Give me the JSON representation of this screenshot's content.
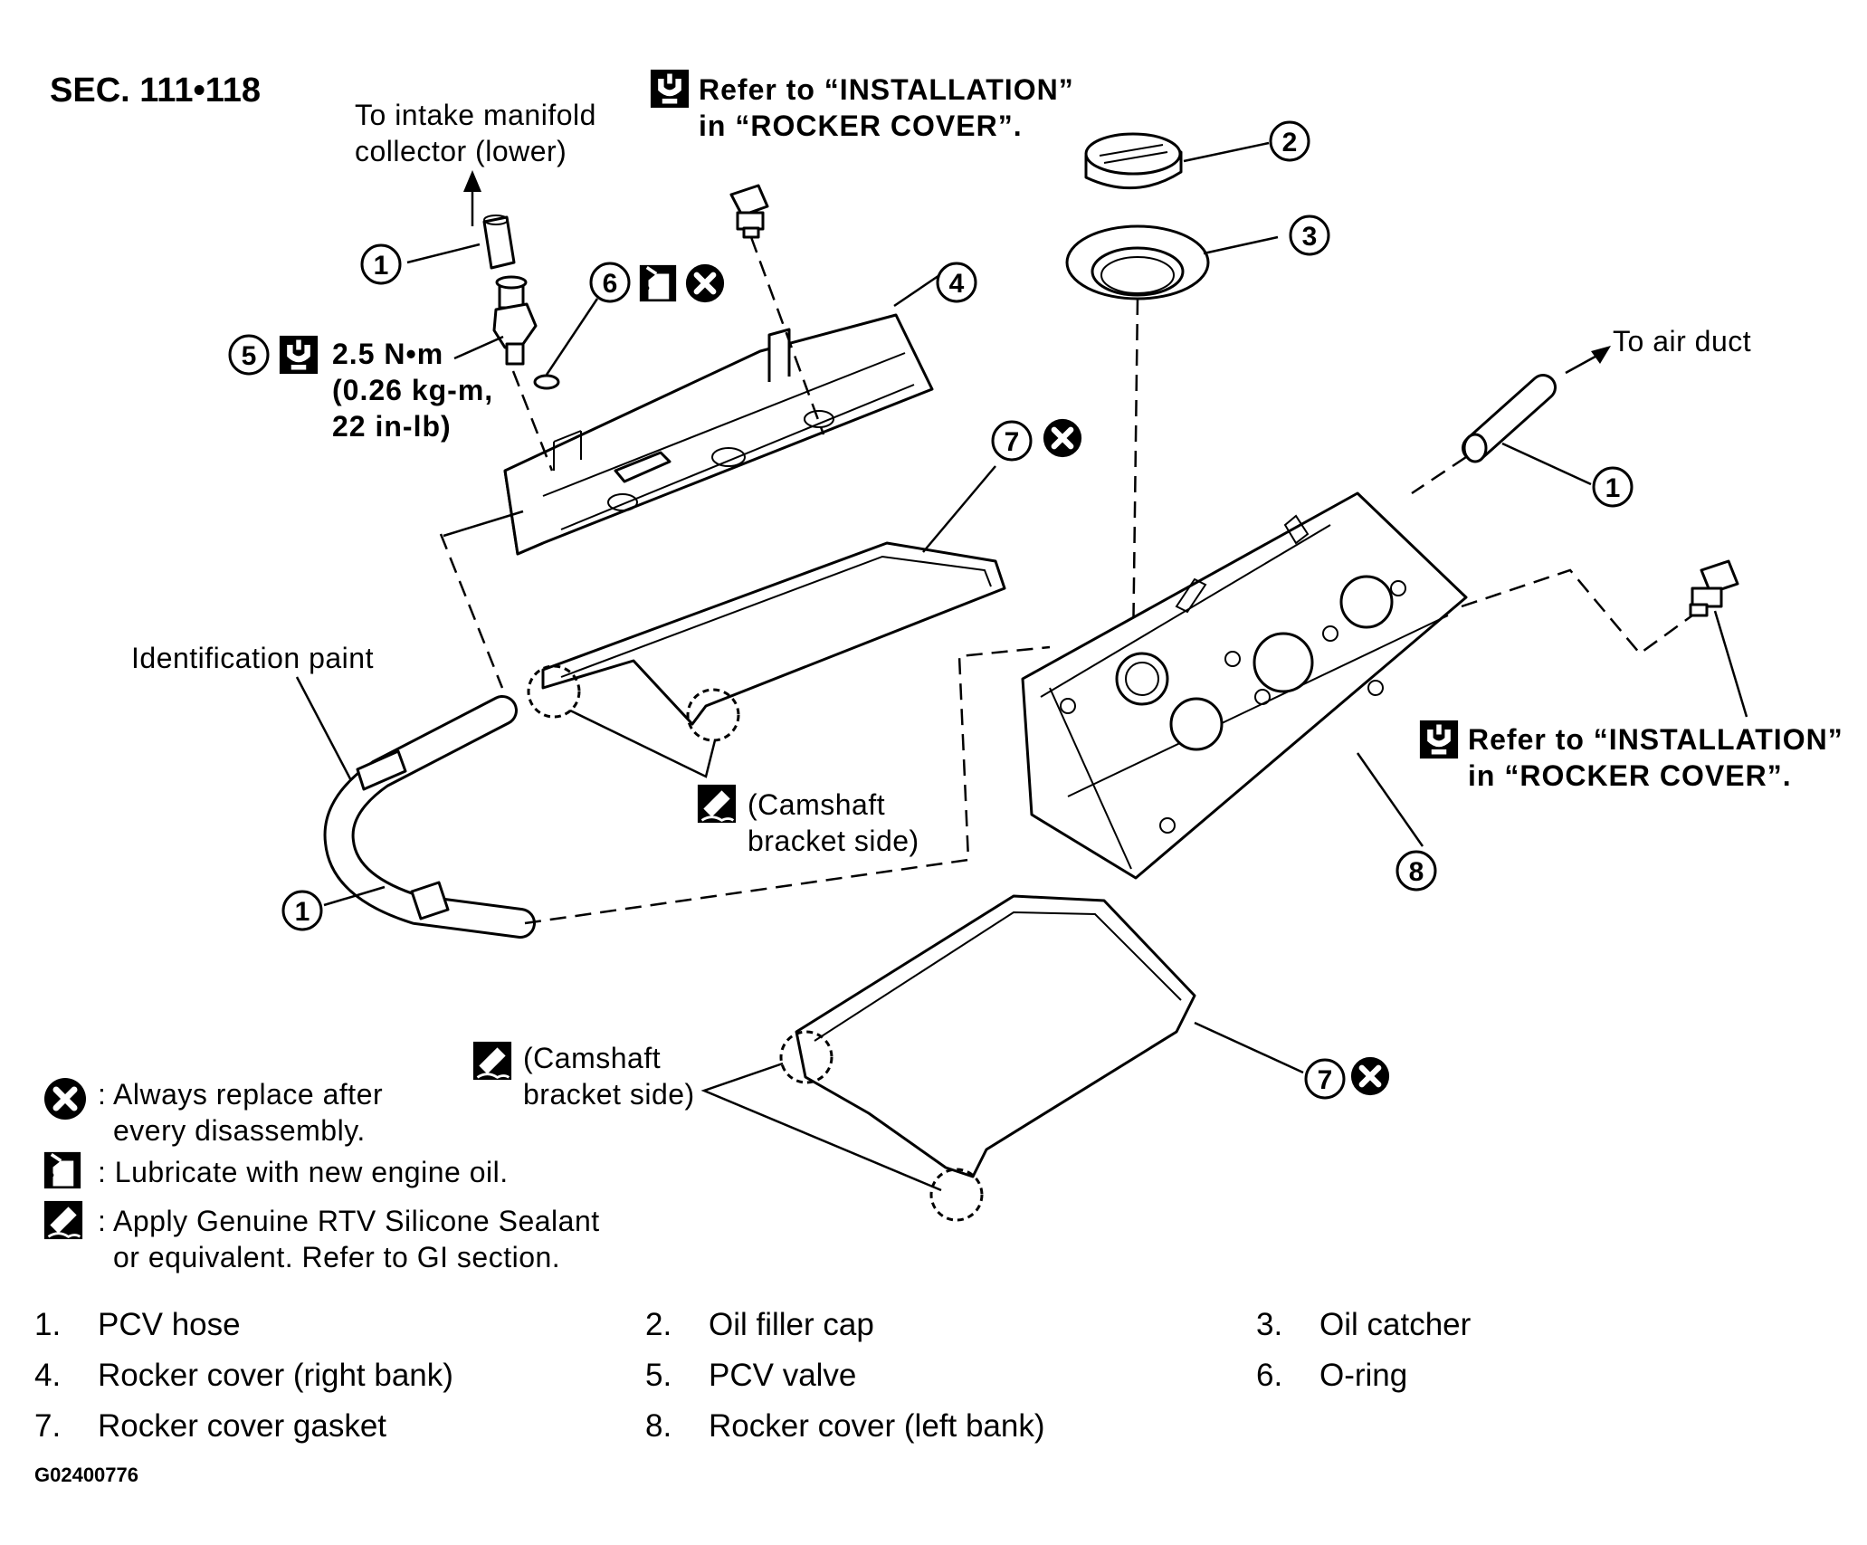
{
  "section": "SEC. 111•118",
  "callouts": {
    "intake": [
      "To intake manifold",
      "collector (lower)"
    ],
    "refer_top": [
      "Refer to “INSTALLATION”",
      "in “ROCKER COVER”."
    ],
    "refer_right": [
      "Refer to “INSTALLATION”",
      "in “ROCKER COVER”."
    ],
    "torque": [
      "2.5 N•m",
      "(0.26 kg-m,",
      "22 in-lb)"
    ],
    "air_duct": "To air duct",
    "id_paint": "Identification paint",
    "camshaft_1": [
      "(Camshaft",
      "bracket side)"
    ],
    "camshaft_2": [
      "(Camshaft",
      "bracket side)"
    ]
  },
  "numbers": {
    "n1": "1",
    "n2": "2",
    "n3": "3",
    "n4": "4",
    "n5": "5",
    "n6": "6",
    "n7": "7",
    "n8": "8"
  },
  "legend": [
    {
      "icon": "replace-icon",
      "lines": [
        ": Always replace after",
        "every disassembly."
      ]
    },
    {
      "icon": "oil-can-icon",
      "lines": [
        ": Lubricate with new engine oil."
      ]
    },
    {
      "icon": "sealant-icon",
      "lines": [
        ": Apply Genuine RTV Silicone Sealant",
        "or equivalent. Refer to GI section."
      ]
    }
  ],
  "parts": [
    {
      "no": "1.",
      "name": "PCV hose"
    },
    {
      "no": "2.",
      "name": "Oil filler cap"
    },
    {
      "no": "3.",
      "name": "Oil catcher"
    },
    {
      "no": "4.",
      "name": "Rocker cover (right bank)"
    },
    {
      "no": "5.",
      "name": "PCV valve"
    },
    {
      "no": "6.",
      "name": "O-ring"
    },
    {
      "no": "7.",
      "name": "Rocker cover gasket"
    },
    {
      "no": "8.",
      "name": "Rocker cover (left bank)"
    }
  ],
  "figure_id": "G02400776"
}
